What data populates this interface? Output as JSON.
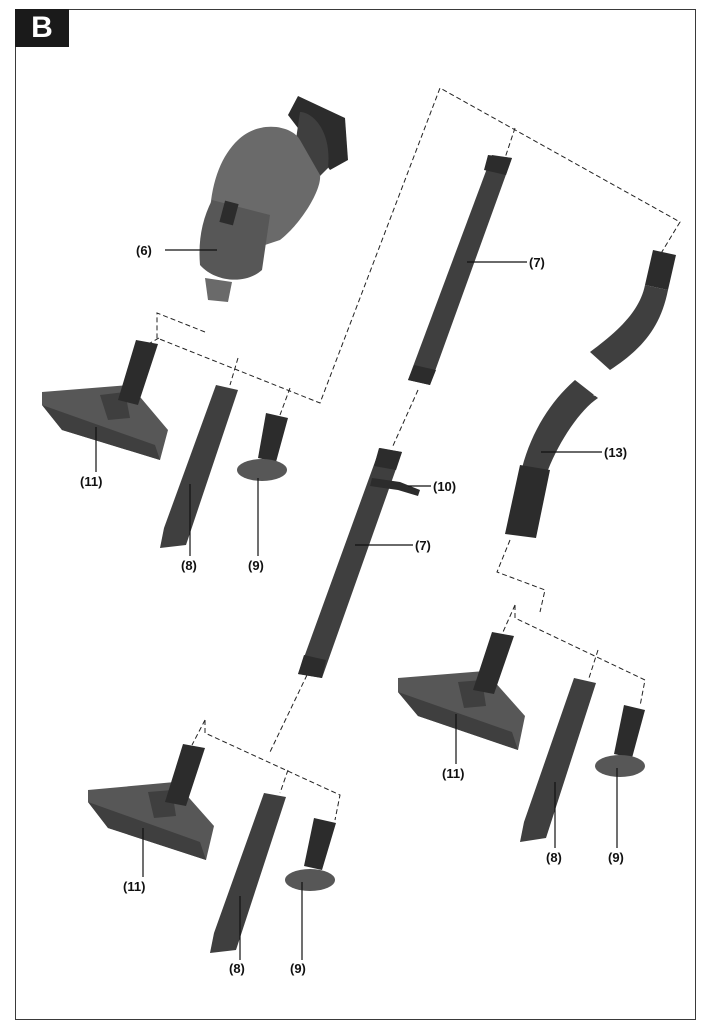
{
  "figure_letter": "B",
  "callouts": {
    "vacuum": "(6)",
    "tube_upper": "(7)",
    "tube_lower": "(7)",
    "clip": "(10)",
    "hose": "(13)",
    "set1": {
      "floor_nozzle": "(11)",
      "crevice": "(8)",
      "brush": "(9)"
    },
    "set2": {
      "floor_nozzle": "(11)",
      "crevice": "(8)",
      "brush": "(9)"
    },
    "set3": {
      "floor_nozzle": "(11)",
      "crevice": "(8)",
      "brush": "(9)"
    }
  }
}
